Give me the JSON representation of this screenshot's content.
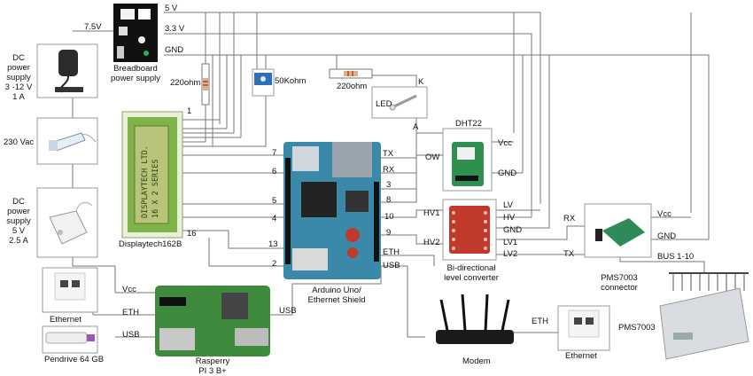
{
  "rails": {
    "v5": "5 V",
    "v33": "3.3 V",
    "gnd": "GND",
    "v75": "7.5V"
  },
  "dc12": {
    "label": "DC power\nsupply\n3 -12 V\n1 A"
  },
  "vac": {
    "label": "230 Vac"
  },
  "dc5": {
    "label": "DC power\nsupply\n5 V\n2.5 A"
  },
  "ethernet1": {
    "label": "Ethernet"
  },
  "pendrive": {
    "label": "Pendrive 64 GB"
  },
  "breadboard": {
    "label": "Breadboard\npower supply"
  },
  "r1": {
    "label": "220ohm"
  },
  "pot": {
    "label": "50Kohm"
  },
  "r2": {
    "label": "220ohm"
  },
  "led": {
    "label": "LED",
    "k": "K",
    "a": "A"
  },
  "display": {
    "label": "Displaytech162B",
    "screen_line1": "DISPLAYTECH LTD.",
    "screen_line2": "16 X 2 SERIES"
  },
  "pins": {
    "p1": "1",
    "p16": "16"
  },
  "arduino": {
    "label": "Arduino Uno/\nEthernet Shield",
    "tx": "TX",
    "rx": "RX",
    "p3": "3",
    "p8": "8",
    "p10": "10",
    "p9": "9",
    "eth": "ETH",
    "usb": "USB",
    "l7": "7",
    "l6": "6",
    "l5": "5",
    "l4": "4",
    "l13": "13",
    "l2": "2"
  },
  "dht": {
    "label": "DHT22",
    "vcc": "Vcc",
    "gnd": "GND",
    "ow": "OW"
  },
  "level": {
    "label": "Bi-directional\nlevel converter",
    "hv1": "HV1",
    "hv2": "HV2",
    "lv": "LV",
    "hv": "HV",
    "gnd": "GND",
    "lv1": "LV1",
    "lv2": "LV2"
  },
  "pms_conn": {
    "label": "PMS7003\nconnector",
    "rx": "RX",
    "tx": "TX",
    "vcc": "Vcc",
    "gnd": "GND",
    "bus": "BUS 1-10"
  },
  "pms": {
    "label": "PMS7003"
  },
  "rpi": {
    "label": "Rasperry\nPI 3 B+",
    "vcc": "Vcc",
    "eth": "ETH",
    "usb": "USB"
  },
  "rpi_usb": {
    "label": "USB"
  },
  "modem": {
    "label": "Modem",
    "eth": "ETH"
  },
  "ethernet2": {
    "label": "Ethernet"
  }
}
